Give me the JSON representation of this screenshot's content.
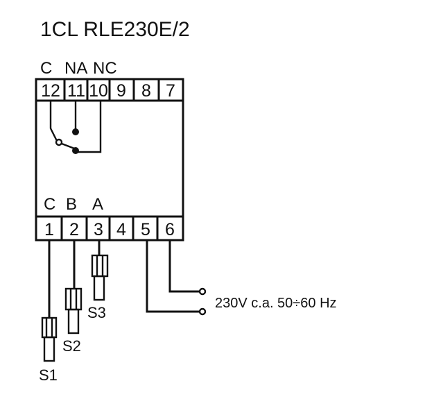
{
  "title": "1CL RLE230E/2",
  "relay_labels": {
    "c": "C",
    "na": "NA",
    "nc": "NC"
  },
  "top_terminals": [
    "12",
    "11",
    "10",
    "9",
    "8",
    "7"
  ],
  "input_labels": {
    "c": "C",
    "b": "B",
    "a": "A"
  },
  "bottom_terminals": [
    "1",
    "2",
    "3",
    "4",
    "5",
    "6"
  ],
  "probes": {
    "s1": "S1",
    "s2": "S2",
    "s3": "S3"
  },
  "supply_label": "230V c.a. 50÷60 Hz"
}
